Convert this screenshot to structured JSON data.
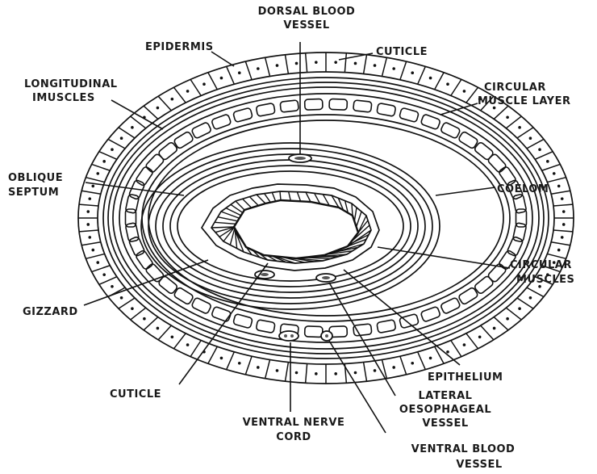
{
  "labels": {
    "dorsal_blood_vessel": [
      "DORSAL BLOOD",
      "VESSEL"
    ],
    "epidermis": [
      "EPIDERMIS"
    ],
    "cuticle_top": [
      "CUTICLE"
    ],
    "longitudinal_muscles": [
      "LONGITUDINAL",
      "IMUSCLES"
    ],
    "circular_muscle_layer": [
      "CIRCULAR",
      "MUSCLE LAYER"
    ],
    "oblique_septum": [
      "OBLIQUE",
      "SEPTUM"
    ],
    "coelom": [
      "COELOM"
    ],
    "circular_muscles": [
      "CIRCULAR",
      "MUSCLES"
    ],
    "gizzard": [
      "GIZZARD"
    ],
    "epithelium": [
      "EPITHELIUM"
    ],
    "cuticle_bottom": [
      "CUTICLE"
    ],
    "lateral_oesophageal_vessel": [
      "LATERAL",
      "OESOPHAGEAL",
      "VESSEL"
    ],
    "ventral_nerve_cord": [
      "VENTRAL NERVE",
      "CORD"
    ],
    "ventral_blood_vessel": [
      "VENTRAL BLOOD",
      "VESSEL"
    ]
  }
}
